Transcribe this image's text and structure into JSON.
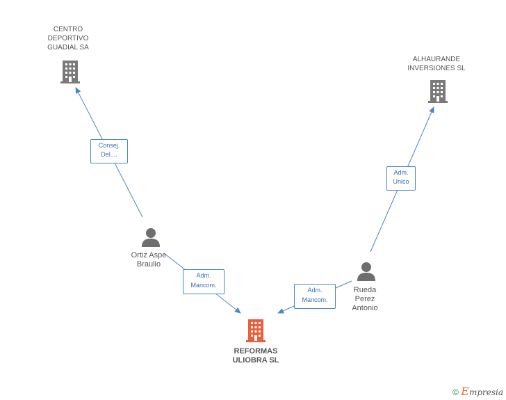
{
  "nodes": {
    "centro": {
      "label": "CENTRO\nDEPORTIVO\nGUADIAL SA"
    },
    "alhaurande": {
      "label": "ALHAURANDE\nINVERSIONES SL"
    },
    "ortiz": {
      "label": "Ortiz Aspe\nBraulio"
    },
    "rueda": {
      "label": "Rueda\nPerez\nAntonio"
    },
    "reformas": {
      "label": "REFORMAS\nULIOBRA SL"
    }
  },
  "relations": {
    "ortiz_centro": {
      "line1": "Consej.",
      "line2": "Del...."
    },
    "rueda_alhaurande": {
      "line1": "Adm.",
      "line2": "Unico"
    },
    "ortiz_reformas": {
      "line1": "Adm.",
      "line2": "Mancom."
    },
    "rueda_reformas": {
      "line1": "Adm.",
      "line2": "Mancom."
    }
  },
  "colors": {
    "edge": "#4a86c8",
    "company_icon": "#7a7a7a",
    "main_company_icon": "#e8603c",
    "person_icon": "#6e6e6e"
  },
  "footer": {
    "copyright": "©",
    "brand_initial": "E",
    "brand_rest": "mpresia"
  }
}
